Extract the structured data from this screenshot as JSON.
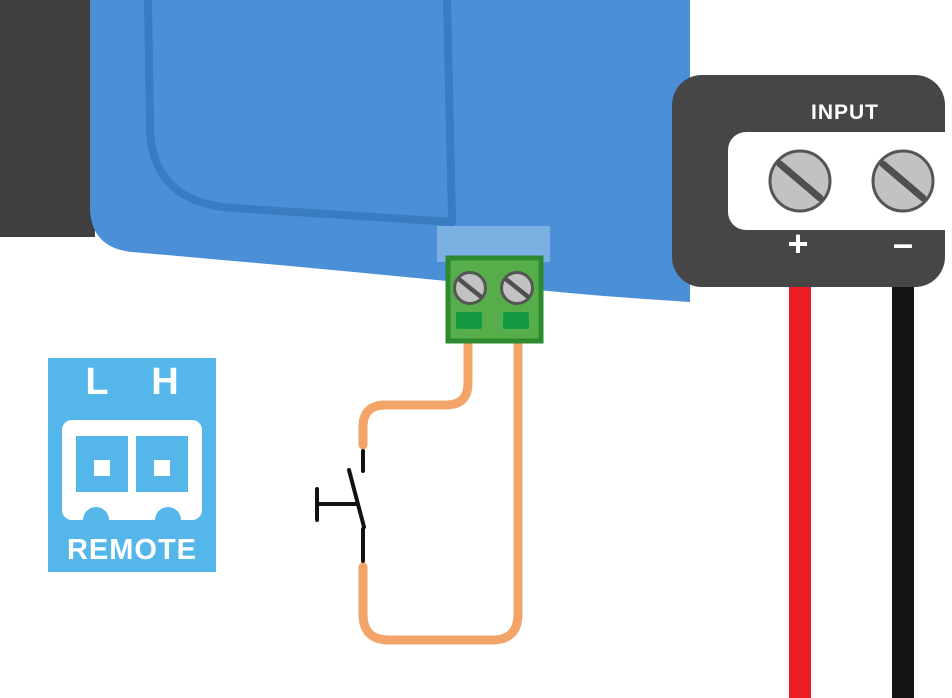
{
  "input_panel": {
    "label": "INPUT",
    "positive_label": "+",
    "negative_label": "–"
  },
  "remote_legend": {
    "pin_left_label": "L",
    "pin_right_label": "H",
    "title": "REMOTE"
  },
  "colors": {
    "chassis_dark": "#3f3f3f",
    "device_blue": "#4b8fd6",
    "device_outline": "#3a7cc2",
    "tab_blue": "#7cb0e3",
    "terminal_green": "#56ae4a",
    "terminal_green_dark": "#2e8a2e",
    "pin_green": "#149a42",
    "screw_gray": "#c2c2c2",
    "screw_edge": "#555555",
    "screw_slot": "#4f4f4f",
    "wire_orange": "#f2a469",
    "switch_black": "#111111",
    "panel_dark": "#464646",
    "plate_white": "#ffffff",
    "wire_red": "#ed1c24",
    "wire_black": "#141414",
    "legend_blue": "#55b7e9"
  }
}
